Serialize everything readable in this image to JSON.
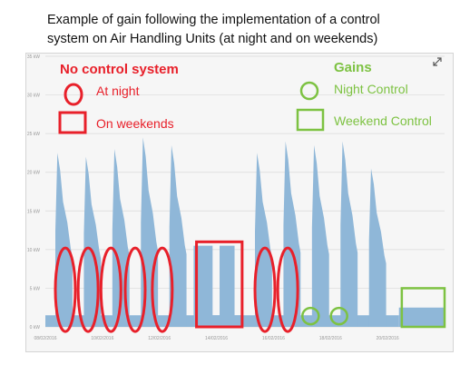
{
  "caption": {
    "line1": "Example of gain following the implementation of a control",
    "line2": "system on Air Handling Units (at night and on weekends)"
  },
  "annotations": {
    "no_control_title": "No control system",
    "at_night": "At night",
    "on_weekends": "On weekends",
    "gains_title": "Gains",
    "night_control": "Night Control",
    "weekend_control": "Weekend Control"
  },
  "colors": {
    "area": "#8fb7d8",
    "no_control": "#e8202a",
    "gains": "#7dc242",
    "grid": "#d9d9d9"
  },
  "expand_icon": "expand-arrows-icon",
  "chart_data": {
    "type": "area",
    "title": "",
    "xlabel": "",
    "ylabel": "",
    "unit": "kW",
    "ylim": [
      0,
      35
    ],
    "y_ticks": [
      "0 kW",
      "5 kW",
      "10 kW",
      "15 kW",
      "20 kW",
      "25 kW",
      "30 kW",
      "35 kW"
    ],
    "y_tick_values": [
      0,
      5,
      10,
      15,
      20,
      25,
      30,
      35
    ],
    "x_tick_labels": [
      "08/02/2016",
      "10/02/2016",
      "12/02/2016",
      "14/02/2016",
      "16/02/2016",
      "18/02/2016",
      "20/02/2016"
    ],
    "x_range_days": [
      0,
      14
    ],
    "x_tick_days": [
      0,
      2,
      4,
      6,
      8,
      10,
      12
    ],
    "segments": [
      {
        "kind": "weekday",
        "start": 0.35,
        "end": 0.95,
        "peak": 22.5
      },
      {
        "kind": "weekday",
        "start": 1.35,
        "end": 1.95,
        "peak": 22.0
      },
      {
        "kind": "weekday",
        "start": 2.35,
        "end": 2.95,
        "peak": 23.0
      },
      {
        "kind": "weekday",
        "start": 3.35,
        "end": 3.95,
        "peak": 24.5
      },
      {
        "kind": "weekday",
        "start": 4.35,
        "end": 4.95,
        "peak": 23.5
      },
      {
        "kind": "weekend",
        "start": 5.2,
        "end": 6.95,
        "peak": 10.5
      },
      {
        "kind": "weekday",
        "start": 7.35,
        "end": 7.95,
        "peak": 22.5
      },
      {
        "kind": "weekday",
        "start": 8.35,
        "end": 8.95,
        "peak": 24.0
      },
      {
        "kind": "weekday",
        "start": 9.35,
        "end": 9.95,
        "peak": 23.5
      },
      {
        "kind": "weekday",
        "start": 10.35,
        "end": 10.95,
        "peak": 24.0
      },
      {
        "kind": "weekday",
        "start": 11.35,
        "end": 11.95,
        "peak": 20.5
      },
      {
        "kind": "weekend",
        "start": 12.4,
        "end": 14.0,
        "peak": 2.5
      }
    ],
    "baseline_night": 1.5,
    "baseline_night_controlled": 0.3,
    "night_ellipses_no_control": [
      0.7,
      1.5,
      2.3,
      3.15,
      4.1,
      7.7,
      8.5
    ],
    "night_circles_gains": [
      9.3,
      10.3
    ],
    "weekend_box_no_control": [
      5.3,
      6.9,
      11
    ],
    "weekend_box_gains": [
      12.5,
      14.0,
      5
    ]
  }
}
